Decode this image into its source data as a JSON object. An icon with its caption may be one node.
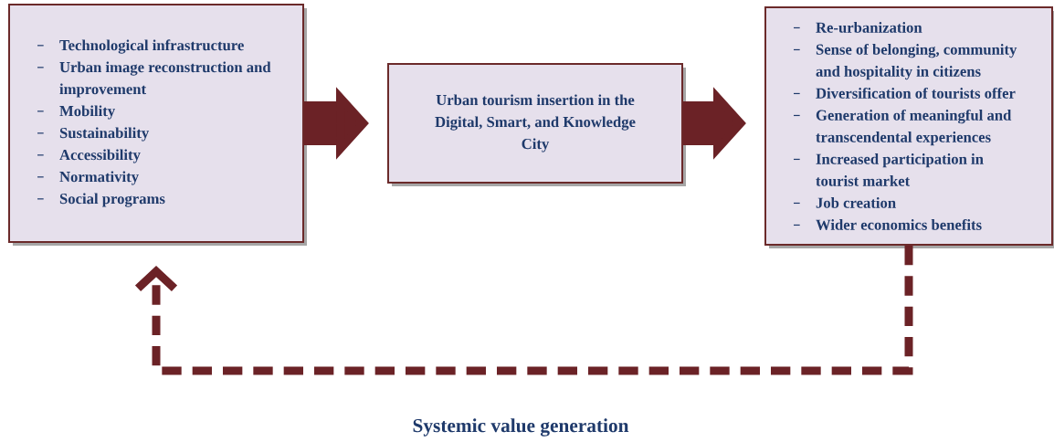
{
  "diagram": {
    "caption": "Systemic value generation",
    "nodes": [
      {
        "text": [
          "Technological infrastructure",
          "Urban image reconstruction and improvement",
          "Mobility",
          "Sustainability",
          "Accessibility",
          "Normativity",
          "Social programs"
        ]
      },
      {
        "text": [
          "Urban tourism insertion in the Digital, Smart, and Knowledge City"
        ]
      },
      {
        "text": [
          "Re-urbanization",
          "Sense of belonging, community and hospitality in citizens",
          "Diversification of tourists offer",
          "Generation of meaningful and transcendental experiences",
          "Increased participation in tourist market",
          "Job creation",
          "Wider economics benefits"
        ]
      }
    ],
    "edges": [
      {
        "from": 0,
        "to": 1,
        "arrow": "to"
      },
      {
        "from": 1,
        "to": 2,
        "arrow": "to"
      },
      {
        "from": 2,
        "to": 0,
        "arrow": "to",
        "style": "dashed"
      }
    ]
  }
}
